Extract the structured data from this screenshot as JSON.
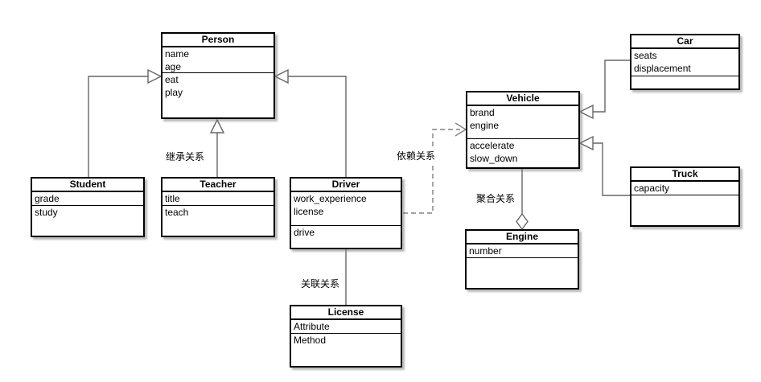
{
  "diagram_type": "uml-class-diagram",
  "classes": {
    "person": {
      "name": "Person",
      "attributes": "name\nage",
      "methods": "eat\nplay"
    },
    "student": {
      "name": "Student",
      "attributes": "grade",
      "methods": "study"
    },
    "teacher": {
      "name": "Teacher",
      "attributes": "title",
      "methods": "teach"
    },
    "driver": {
      "name": "Driver",
      "attributes": "work_experience\nlicense",
      "methods": "drive"
    },
    "license": {
      "name": "License",
      "attributes": "Attribute",
      "methods": "Method"
    },
    "vehicle": {
      "name": "Vehicle",
      "attributes": "brand\nengine",
      "methods": "accelerate\nslow_down"
    },
    "engine": {
      "name": "Engine",
      "attributes": "number",
      "methods": ""
    },
    "car": {
      "name": "Car",
      "attributes": "seats\ndisplacement",
      "methods": ""
    },
    "truck": {
      "name": "Truck",
      "attributes": "capacity",
      "methods": ""
    }
  },
  "relationship_labels": {
    "inheritance": "继承关系",
    "dependency": "依赖关系",
    "association": "关联关系",
    "aggregation": "聚合关系"
  },
  "relationships": [
    {
      "from": "Student",
      "to": "Person",
      "type": "inheritance"
    },
    {
      "from": "Teacher",
      "to": "Person",
      "type": "inheritance"
    },
    {
      "from": "Driver",
      "to": "Person",
      "type": "inheritance"
    },
    {
      "from": "Car",
      "to": "Vehicle",
      "type": "inheritance"
    },
    {
      "from": "Truck",
      "to": "Vehicle",
      "type": "inheritance"
    },
    {
      "from": "Driver",
      "to": "Vehicle",
      "type": "dependency"
    },
    {
      "from": "Driver",
      "to": "License",
      "type": "association"
    },
    {
      "from": "Vehicle",
      "to": "Engine",
      "type": "aggregation"
    }
  ],
  "colors": {
    "box_border": "#000000",
    "box_fill": "#ffffff",
    "edge_line": "#666666",
    "label_text": "#000000",
    "background": "#ffffff"
  }
}
